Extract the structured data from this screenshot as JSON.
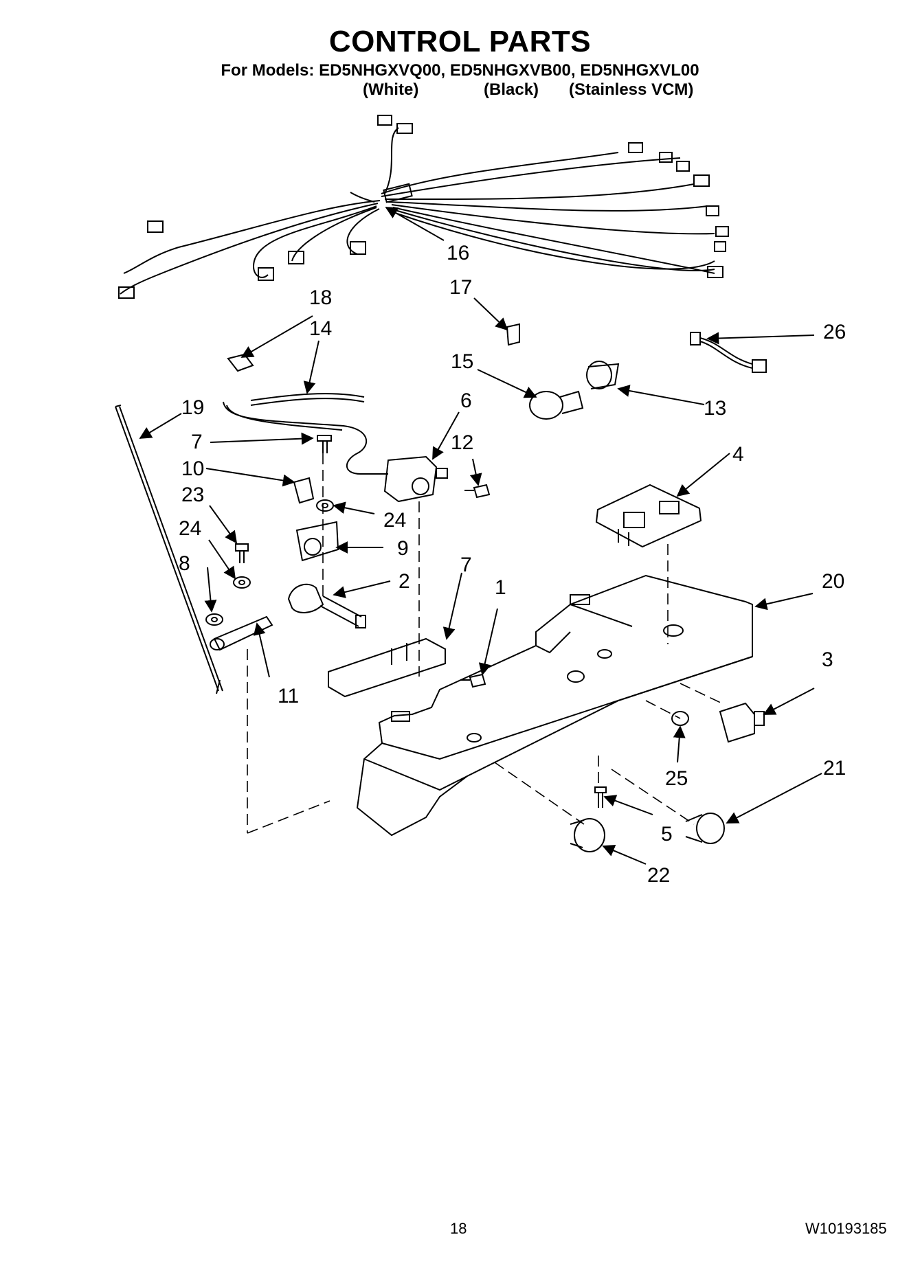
{
  "header": {
    "title": "CONTROL PARTS",
    "models_prefix": "For Models:",
    "models": [
      "ED5NHGXVQ00,",
      "ED5NHGXVB00,",
      "ED5NHGXVL00"
    ],
    "colors": [
      "(White)",
      "(Black)",
      "(Stainless VCM)"
    ]
  },
  "callouts": [
    "16",
    "17",
    "18",
    "14",
    "26",
    "15",
    "13",
    "19",
    "6",
    "7",
    "12",
    "10",
    "24",
    "4",
    "23",
    "24",
    "9",
    "8",
    "2",
    "7",
    "1",
    "20",
    "11",
    "3",
    "25",
    "21",
    "5",
    "22"
  ],
  "footer": {
    "page_number": "18",
    "document_number": "W10193185"
  }
}
